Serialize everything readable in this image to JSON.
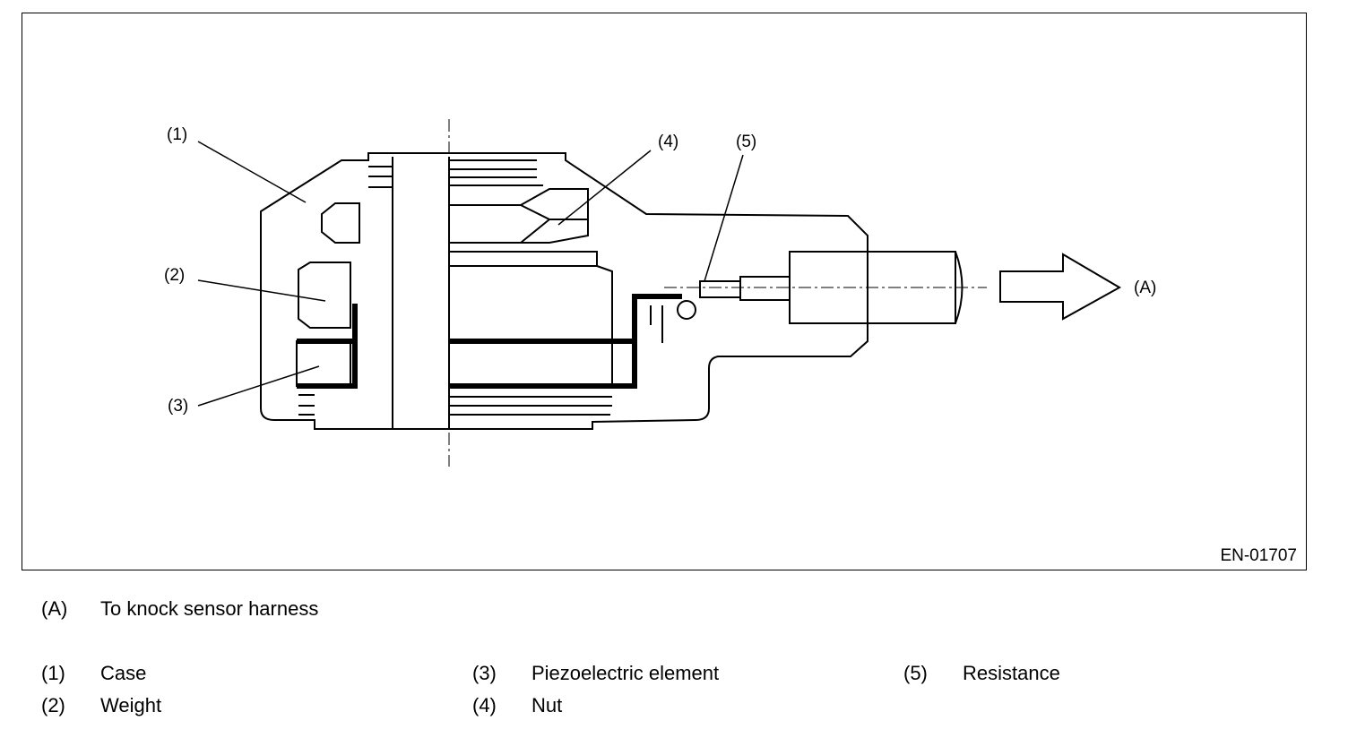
{
  "figure_id": "EN-01707",
  "callouts": {
    "case": "(1)",
    "weight": "(2)",
    "piezo": "(3)",
    "nut": "(4)",
    "resistance": "(5)",
    "harness": "(A)"
  },
  "legend": {
    "a": {
      "code": "(A)",
      "text": "To knock sensor harness"
    },
    "items": [
      {
        "code": "(1)",
        "text": "Case"
      },
      {
        "code": "(2)",
        "text": "Weight"
      },
      {
        "code": "(3)",
        "text": "Piezoelectric element"
      },
      {
        "code": "(4)",
        "text": "Nut"
      },
      {
        "code": "(5)",
        "text": "Resistance"
      }
    ]
  }
}
